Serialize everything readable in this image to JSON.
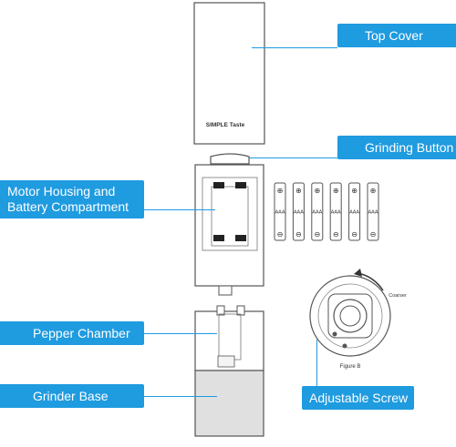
{
  "labels": {
    "top_cover": "Top Cover",
    "grinding_button": "Grinding Button",
    "motor_housing_line1": "Motor Housing and",
    "motor_housing_line2": "Battery Compartment",
    "pepper_chamber": "Pepper Chamber",
    "grinder_base": "Grinder Base",
    "adjustable_screw": "Adjustable Screw"
  },
  "brand_text": "SIMPLE Taste",
  "battery_label": "AAA",
  "battery_count": 6,
  "figure_caption": "Figure B",
  "rotation_label": "Coarser",
  "colors": {
    "accent": "#1f9be0",
    "outline": "#555555",
    "chamber_fill": "#e0e0e0"
  }
}
